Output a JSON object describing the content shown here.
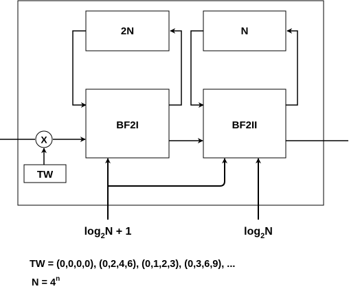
{
  "blocks": {
    "delay_top_left": "2N",
    "delay_top_right": "N",
    "butterfly_left": "BF2I",
    "butterfly_right": "BF2II",
    "multiplier": "X",
    "twiddle": "TW"
  },
  "controls": {
    "left_prefix": "log",
    "left_sub": "2",
    "left_suffix": "N + 1",
    "right_prefix": "log",
    "right_sub": "2",
    "right_suffix": "N"
  },
  "notes": {
    "tw_sequence": "TW = (0,0,0,0), (0,2,4,6), (0,1,2,3), (0,3,6,9), ...",
    "n_base": "N = 4",
    "n_exp": "n"
  }
}
